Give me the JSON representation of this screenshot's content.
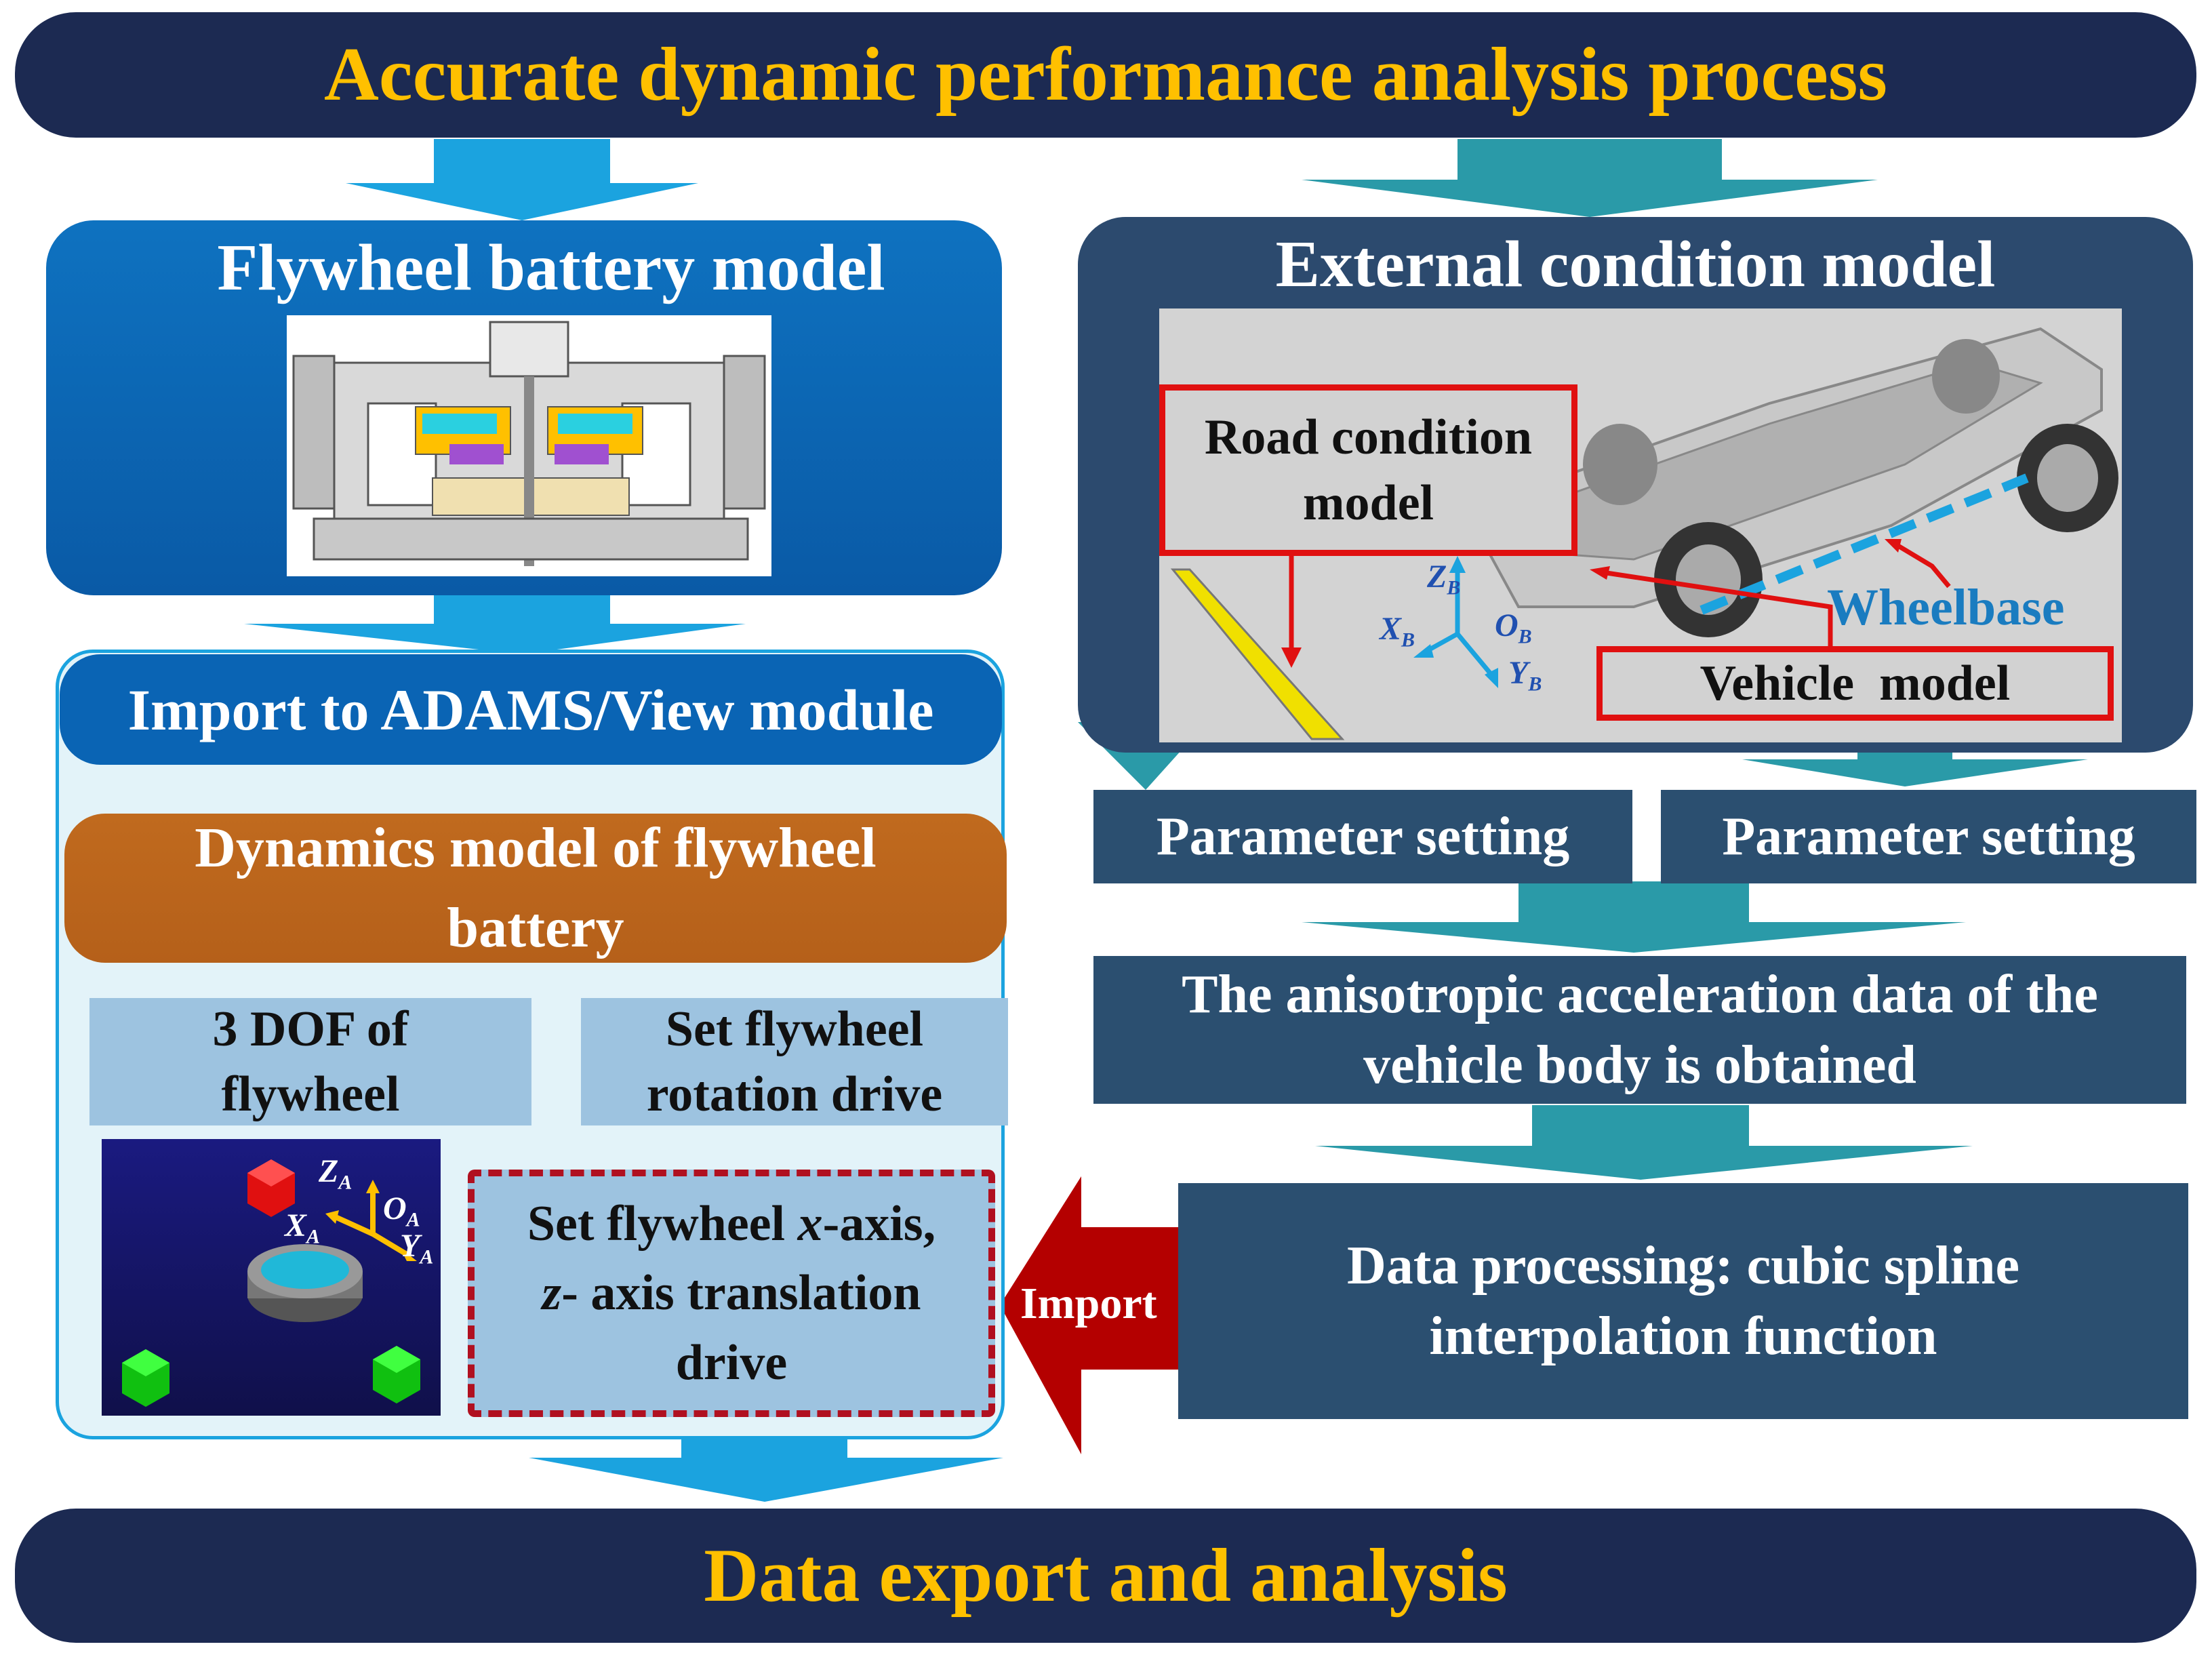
{
  "title": "Accurate dynamic performance analysis process",
  "left": {
    "flywheel_model_title": "Flywheel battery model",
    "adams_import_title": "Import to ADAMS/View module",
    "dynamics_model_title": "Dynamics model of flywheel battery",
    "dof_label": "3 DOF of flywheel",
    "rotation_drive_label": "Set flywheel rotation drive",
    "translation_drive": {
      "line1_prefix": "Set flywheel ",
      "line1_italic": "x",
      "line1_suffix": "-axis,",
      "line2_italic": "z",
      "line2_suffix": "- axis translation",
      "line3": "drive"
    },
    "axes_a": {
      "z": "Z",
      "x": "X",
      "y": "Y",
      "o": "O",
      "sub": "A"
    }
  },
  "right": {
    "external_model_title": "External condition model",
    "road_condition_label": "Road condition model",
    "vehicle_model_label": "Vehicle  model",
    "wheelbase_label": "Wheelbase",
    "axes_b": {
      "z": "Z",
      "x": "X",
      "y": "Y",
      "o": "O",
      "sub": "B"
    },
    "param_setting_1": "Parameter setting",
    "param_setting_2": "Parameter setting",
    "acceleration_step": "The anisotropic acceleration data of the vehicle body is obtained",
    "data_processing_step": "Data processing: cubic spline interpolation function",
    "import_arrow_label": "Import"
  },
  "footer": "Data export and analysis",
  "colors": {
    "banner_bg": "#1c2a52",
    "banner_text": "#ffc000",
    "flywheel_box": "#0a64b4",
    "external_box": "#2c4a6e",
    "dynamics_box": "#c46a1c",
    "light_box": "#9dc3e0",
    "arrow_blue": "#1ba3df",
    "arrow_teal": "#2a9aa8",
    "import_arrow": "#b40000",
    "highlight_red": "#e01010"
  }
}
